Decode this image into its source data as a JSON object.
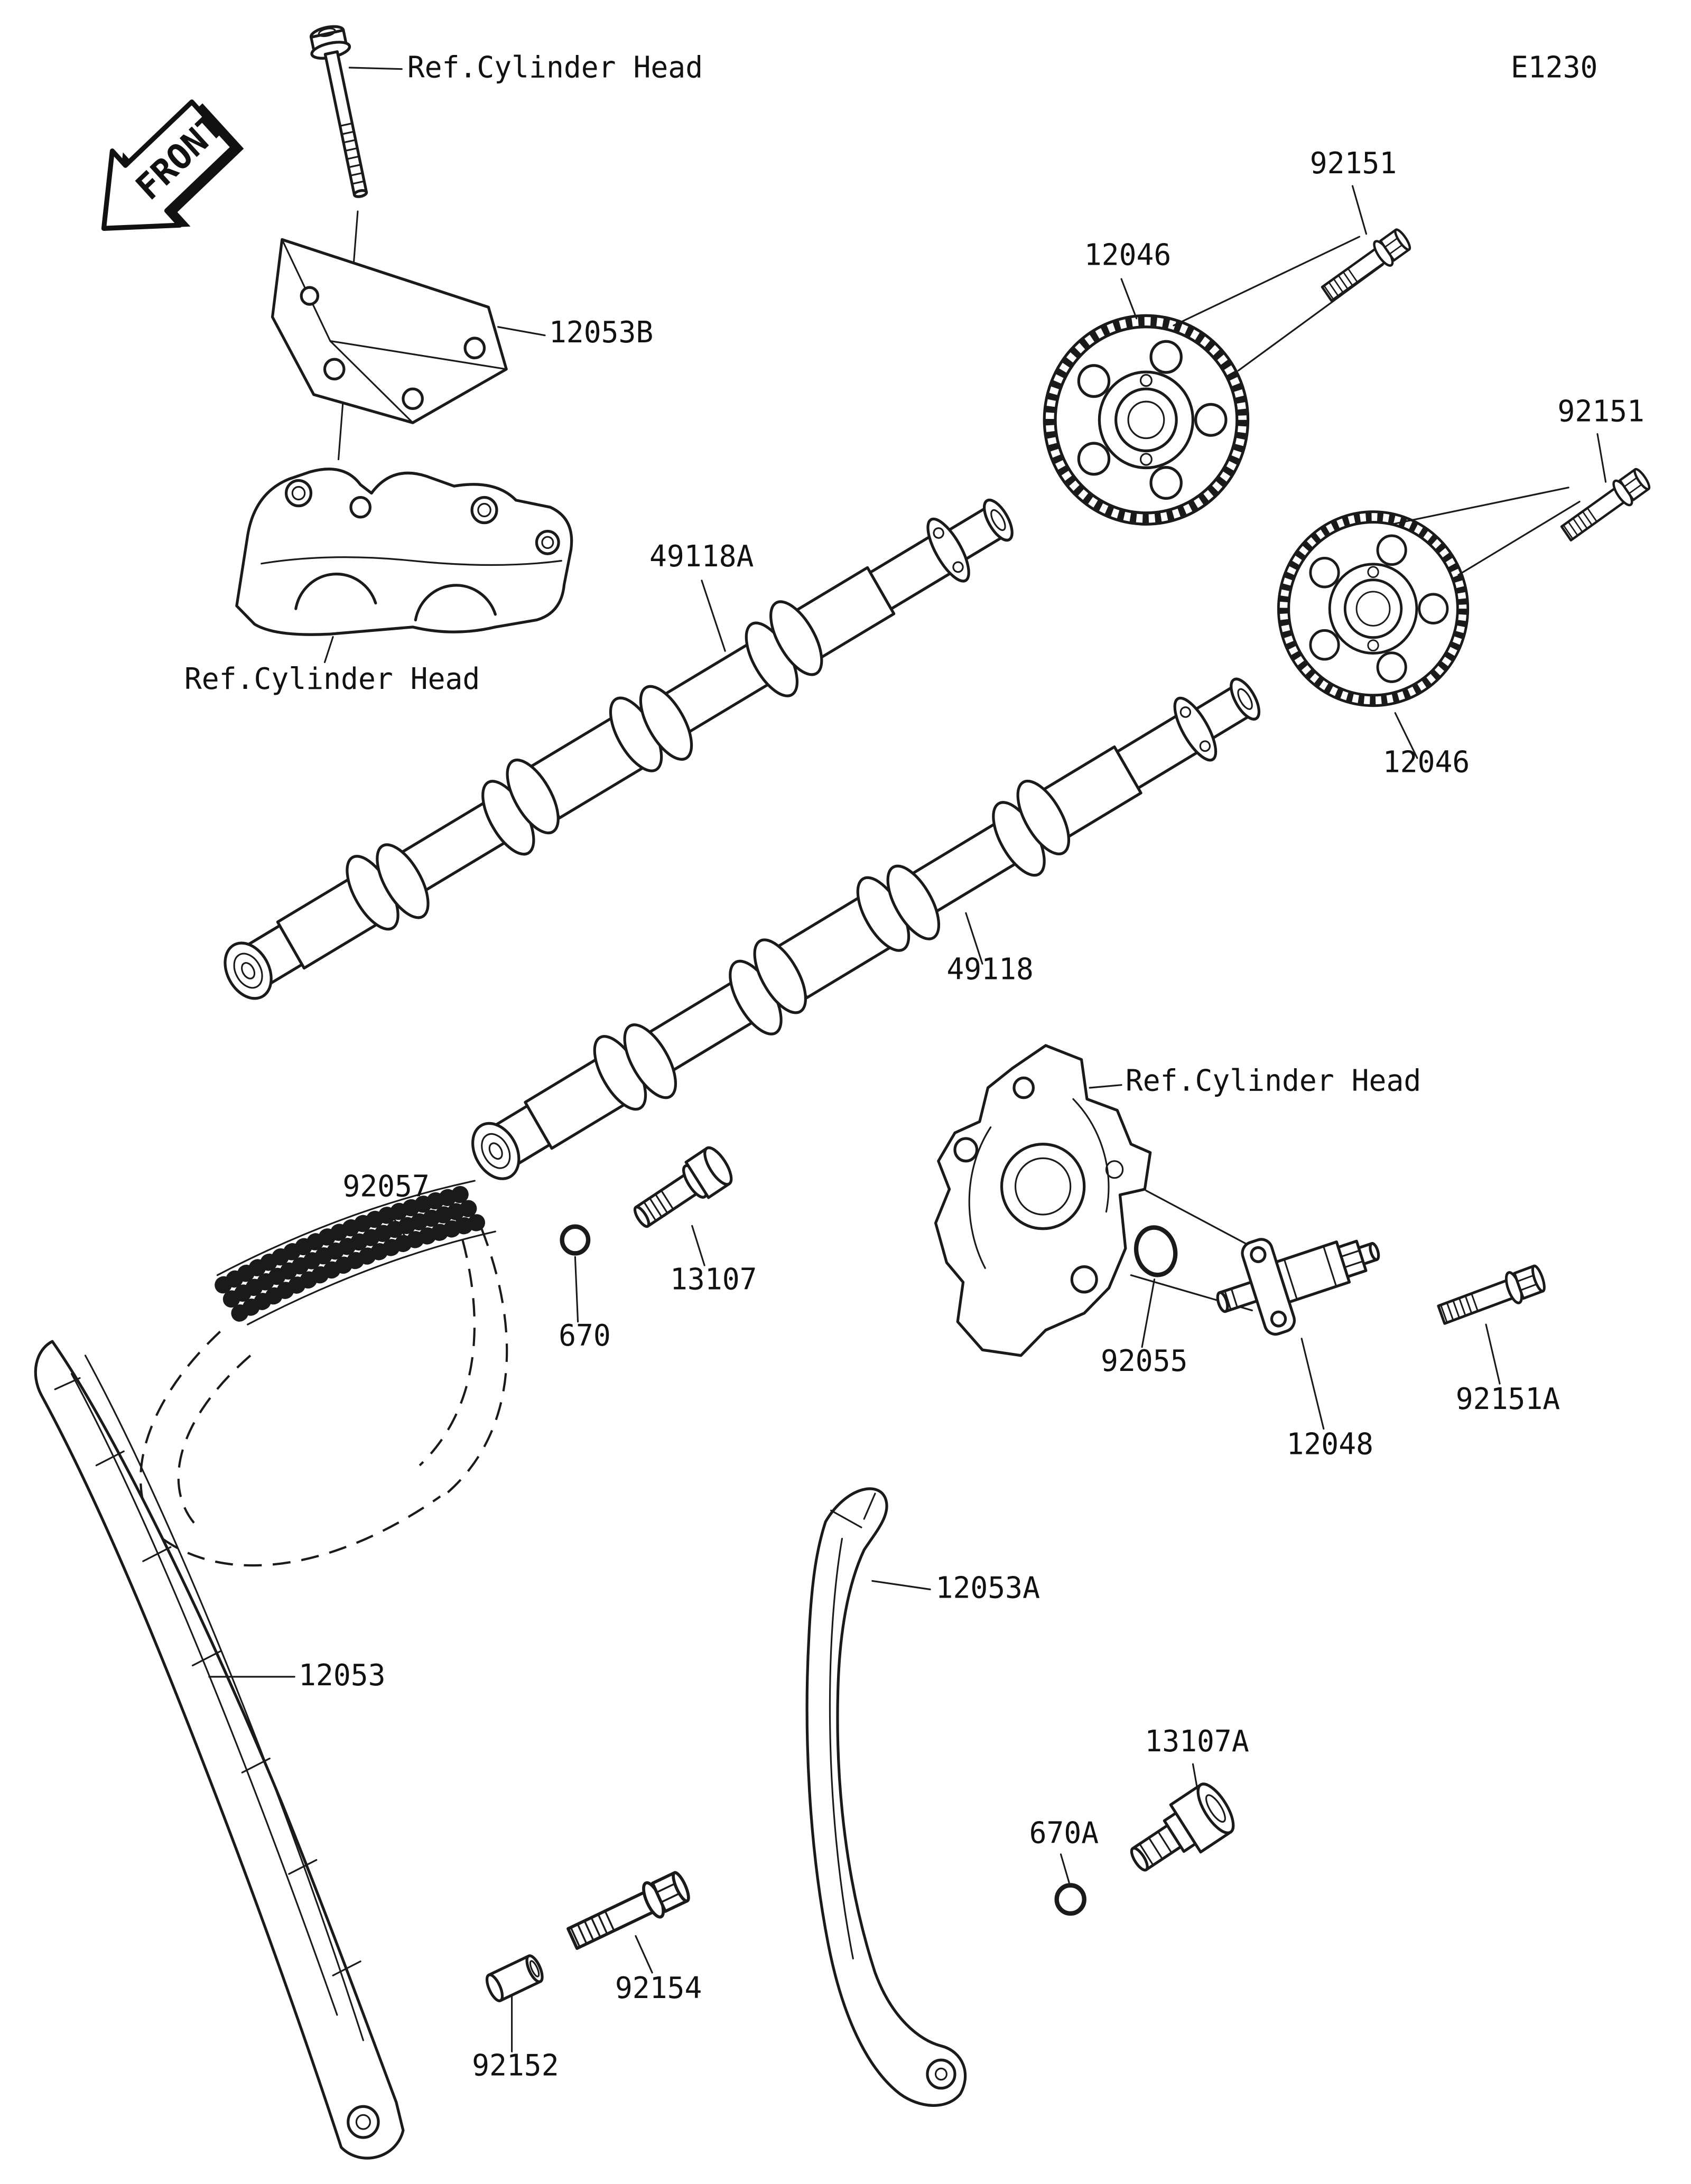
{
  "page": {
    "code": "E1230",
    "front_marker": "FRONT"
  },
  "colors": {
    "line": "#1a1a1a",
    "background": "#ffffff"
  },
  "labels": {
    "ref_cylinder_head": "Ref.Cylinder Head",
    "p92151": "92151",
    "p12046": "12046",
    "p12053b": "12053B",
    "p49118a": "49118A",
    "p49118": "49118",
    "p92057": "92057",
    "p13107": "13107",
    "p670": "670",
    "p92055": "92055",
    "p92151a": "92151A",
    "p12048": "12048",
    "p12053a": "12053A",
    "p12053": "12053",
    "p13107a": "13107A",
    "p670a": "670A",
    "p92154": "92154",
    "p92152": "92152"
  }
}
